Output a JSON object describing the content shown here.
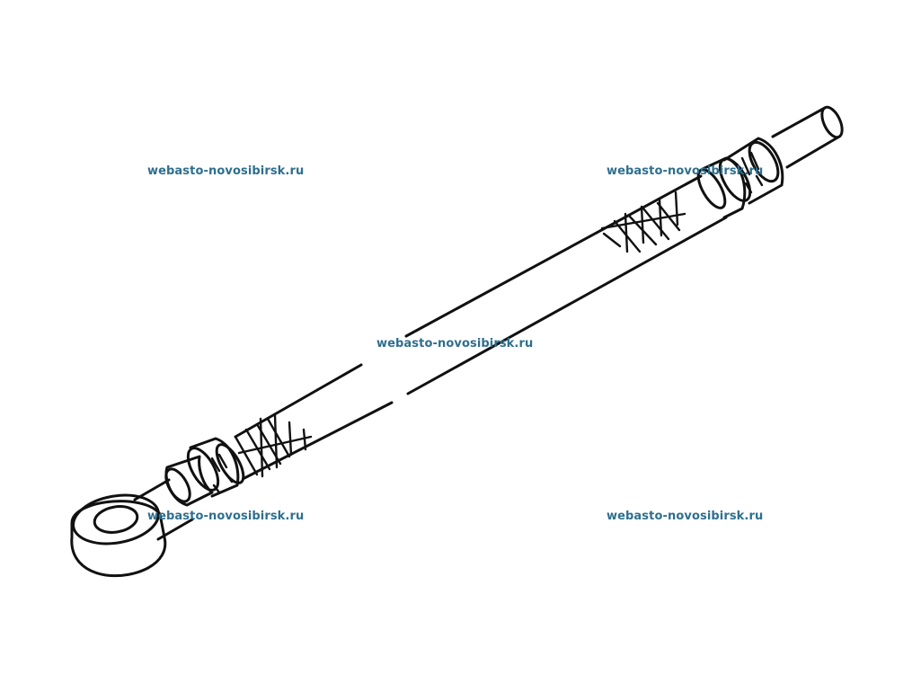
{
  "watermarks": [
    "webasto-novosibirsk.ru",
    "webasto-novosibirsk.ru",
    "webasto-novosibirsk.ru",
    "webasto-novosibirsk.ru",
    "webasto-novosibirsk.ru"
  ],
  "colors": {
    "watermark": "#2e6f8e",
    "line": "#111111",
    "background": "#ffffff"
  }
}
